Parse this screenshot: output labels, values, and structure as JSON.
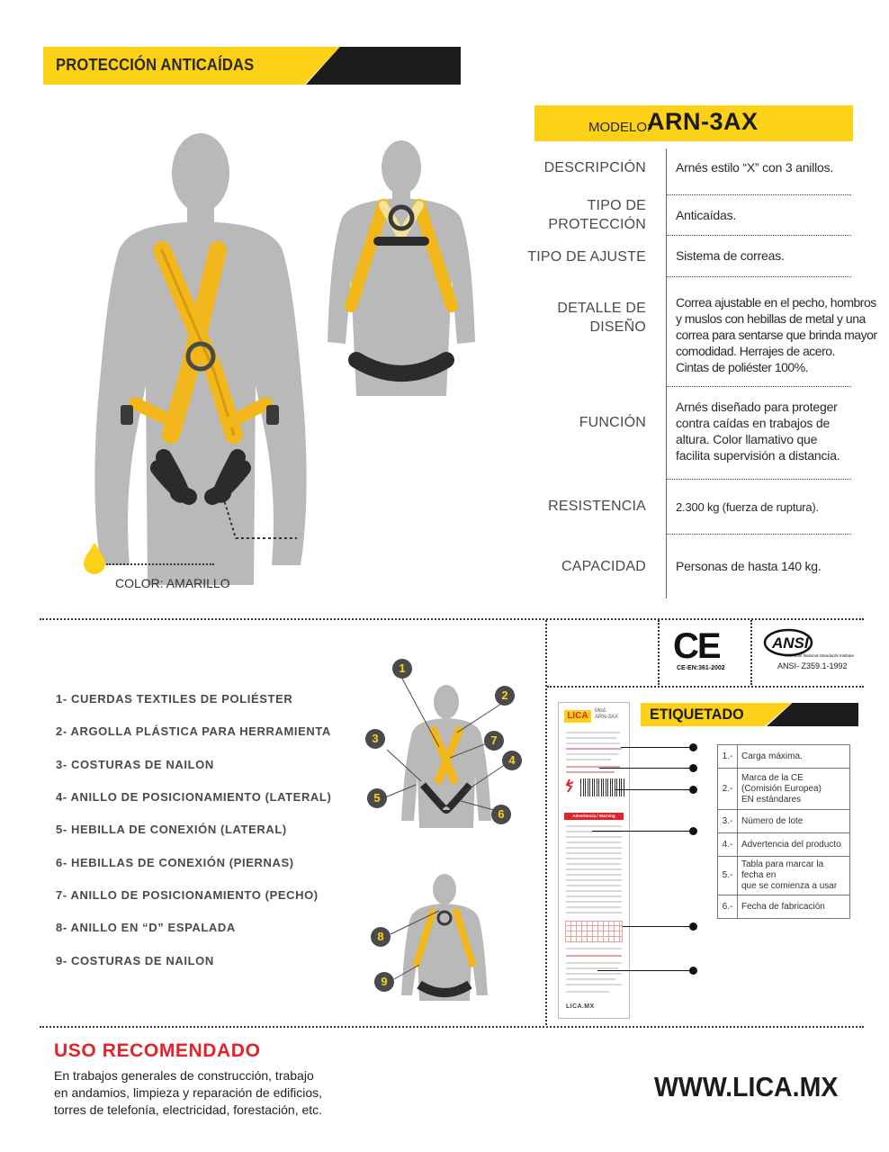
{
  "header": {
    "title": "PROTECCIÓN ANTICAÍDAS"
  },
  "model": {
    "label": "MODELO:",
    "value": "ARN-3AX"
  },
  "specs": [
    {
      "label": "DESCRIPCIÓN",
      "value": "Arnés estilo “X” con 3 anillos."
    },
    {
      "label": "TIPO DE\nPROTECCIÓN",
      "value": "Anticaídas."
    },
    {
      "label": "TIPO DE AJUSTE",
      "value": "Sistema de correas."
    },
    {
      "label": "DETALLE DE\nDISEÑO",
      "value": "Correa ajustable en el pecho, hombros\ny muslos con hebillas de metal y una\ncorrea para sentarse que brinda mayor\ncomodidad. Herrajes de acero.\nCintas de poliéster 100%."
    },
    {
      "label": "FUNCIÓN",
      "value": "Arnés diseñado para proteger\ncontra caídas en trabajos de\naltura. Color llamativo que\nfacilita supervisión a distancia."
    },
    {
      "label": "RESISTENCIA",
      "value": "2.300 kg (fuerza de ruptura)."
    },
    {
      "label": "CAPACIDAD",
      "value": "Personas de hasta 140 kg."
    }
  ],
  "color": {
    "label": "COLOR: AMARILLO",
    "swatch": "#fcd116"
  },
  "certifications": {
    "ce": {
      "mark": "CE",
      "code": "CE-EN:361-2002"
    },
    "ansi": {
      "mark": "ANSI",
      "subtitle": "American National Standards Institute",
      "code": "ANSI- Z359.1-1992"
    }
  },
  "parts": [
    "1- CUERDAS TEXTILES DE POLIÉSTER",
    "2- ARGOLLA PLÁSTICA PARA HERRAMIENTA",
    "3- COSTURAS DE NAILON",
    "4- ANILLO DE POSICIONAMIENTO (LATERAL)",
    "5- HEBILLA DE CONEXIÓN (LATERAL)",
    "6- HEBILLAS DE CONEXIÓN (PIERNAS)",
    "7- ANILLO DE POSICIONAMIENTO (PECHO)",
    "8- ANILLO EN “D” ESPALADA",
    "9- COSTURAS DE NAILON"
  ],
  "markers": [
    "1",
    "2",
    "3",
    "4",
    "5",
    "6",
    "7",
    "8",
    "9"
  ],
  "etiquetado": {
    "title": "ETIQUETADO",
    "label_brand": "LICA",
    "label_model": "Mod.\nARN-3AX",
    "label_warning": "Advertencia / Warning",
    "label_url": "LICA.MX",
    "legend": [
      {
        "n": "1.-",
        "text": "Carga máxima."
      },
      {
        "n": "2.-",
        "text": "Marca de la CE\n(Comisión Europea)\nEN estándares"
      },
      {
        "n": "3.-",
        "text": "Número de lote"
      },
      {
        "n": "4.-",
        "text": "Advertencia del producto"
      },
      {
        "n": "5.-",
        "text": "Tabla para marcar la fecha en\nque se comienza a usar"
      },
      {
        "n": "6.-",
        "text": "Fecha de fabricación"
      }
    ]
  },
  "footer": {
    "uso_title": "USO RECOMENDADO",
    "uso_text": "En trabajos generales de construcción, trabajo\nen andamios, limpieza y reparación de edificios,\ntorres de telefonía, electricidad, forestación, etc.",
    "website": "WWW.LICA.MX"
  },
  "colors": {
    "accent": "#fcd116",
    "dark": "#1c1c1c",
    "red": "#e3232b",
    "silhouette": "#b9b9b9"
  }
}
